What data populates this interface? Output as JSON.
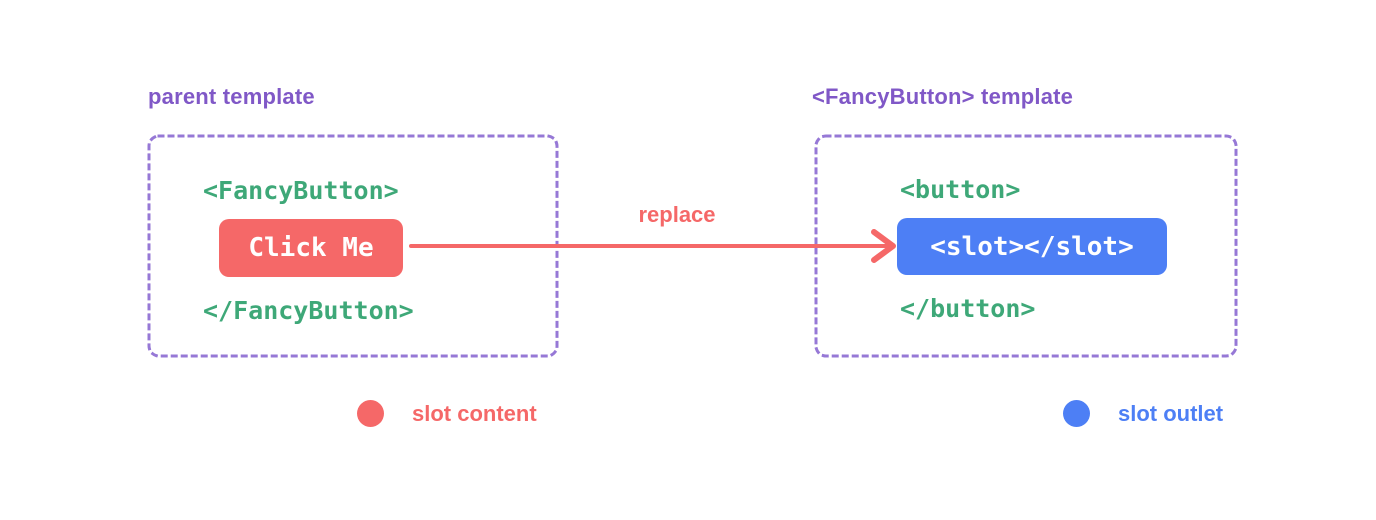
{
  "background": "#ffffff",
  "left_panel": {
    "title": "parent template",
    "code_open": "<FancyButton>",
    "button_label": "Click Me",
    "code_close": "</FancyButton>"
  },
  "right_panel": {
    "title": "<FancyButton> template",
    "code_open": "<button>",
    "button_label": "<slot></slot>",
    "code_close": "</button>"
  },
  "arrow": {
    "label": "replace",
    "color": "#f56868",
    "direction": "left-to-right"
  },
  "legend": {
    "slot_content": {
      "label": "slot content",
      "color": "#f56868"
    },
    "slot_outlet": {
      "label": "slot outlet",
      "color": "#4d7ff5"
    }
  },
  "colors": {
    "title_purple": "#8058c7",
    "border_purple": "#9678d6",
    "code_green": "#3ea878",
    "accent_red": "#f56868",
    "accent_blue": "#4d7ff5",
    "button_text": "#ffffff"
  }
}
